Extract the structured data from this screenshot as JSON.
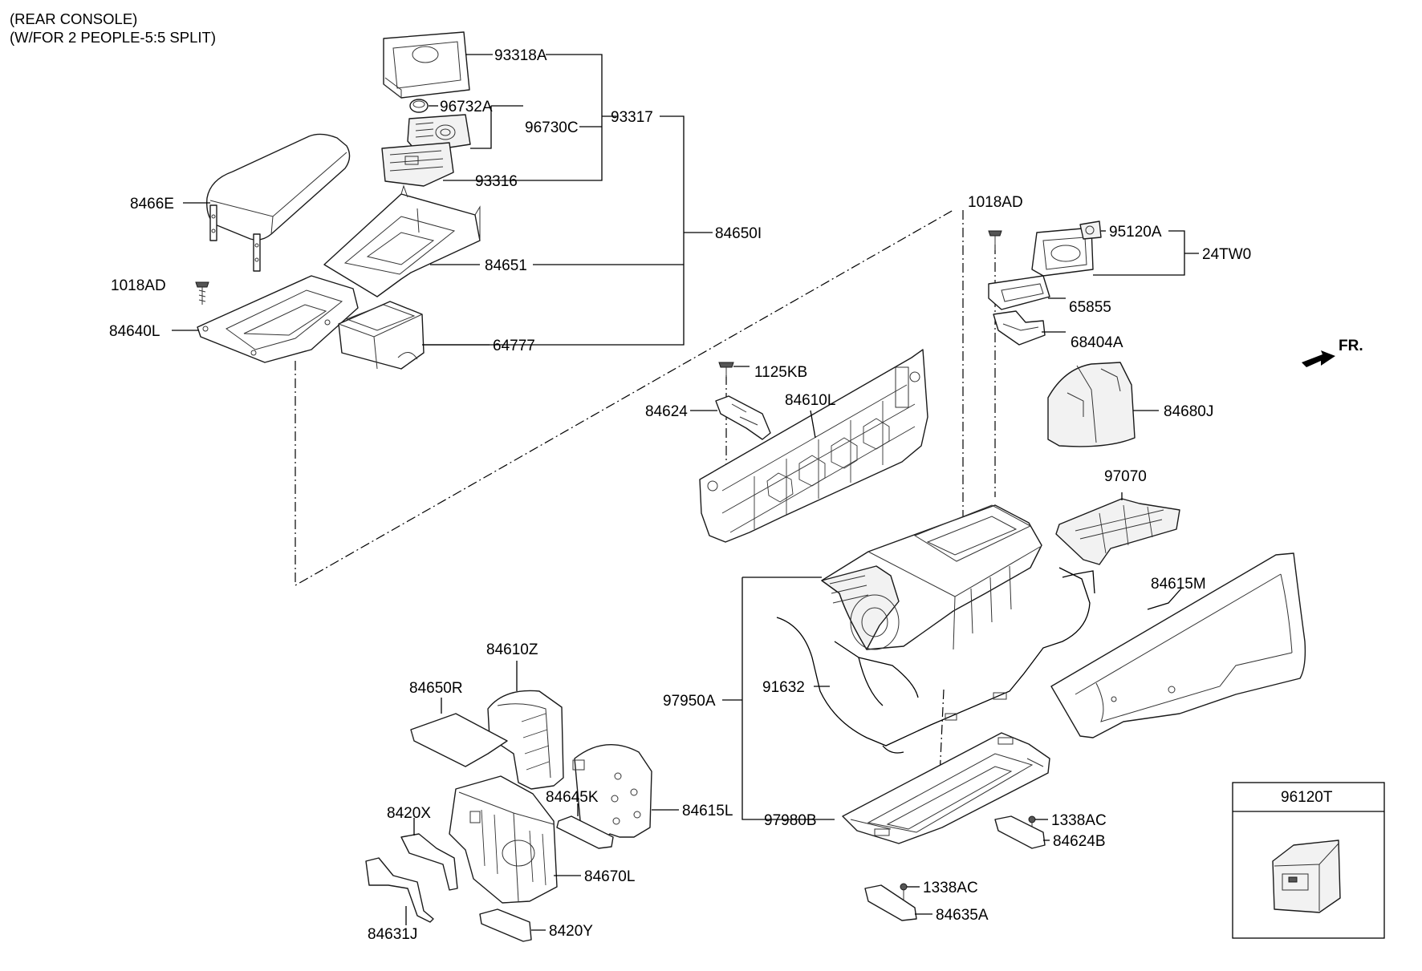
{
  "heading": {
    "line1": "(REAR CONSOLE)",
    "line2": "(W/FOR 2 PEOPLE-5:5 SPLIT)"
  },
  "front_indicator": "FR.",
  "labels": {
    "p93318A": "93318A",
    "p96732A": "96732A",
    "p96730C": "96730C",
    "p93317": "93317",
    "p93316": "93316",
    "p8466E": "8466E",
    "p84650I": "84650I",
    "p1018AD_left": "1018AD",
    "p84651": "84651",
    "p84640L": "84640L",
    "p64777": "64777",
    "p1018AD_right": "1018AD",
    "p95120A": "95120A",
    "p24TW0": "24TW0",
    "p65855": "65855",
    "p68404A": "68404A",
    "p1125KB": "1125KB",
    "p84610L": "84610L",
    "p84624": "84624",
    "p84680J": "84680J",
    "p97070": "97070",
    "p84615M": "84615M",
    "p84610Z": "84610Z",
    "p84650R": "84650R",
    "p97950A": "97950A",
    "p91632": "91632",
    "p84615L": "84615L",
    "p84645K": "84645K",
    "p8420X": "8420X",
    "p97980B": "97980B",
    "p1338AC_1": "1338AC",
    "p84624B": "84624B",
    "p84670L": "84670L",
    "p1338AC_2": "1338AC",
    "p84631J": "84631J",
    "p84635A": "84635A",
    "p8420Y": "8420Y"
  },
  "inset": {
    "part_number": "96120T"
  },
  "icons": {
    "front_arrow": "arrow-icon"
  }
}
